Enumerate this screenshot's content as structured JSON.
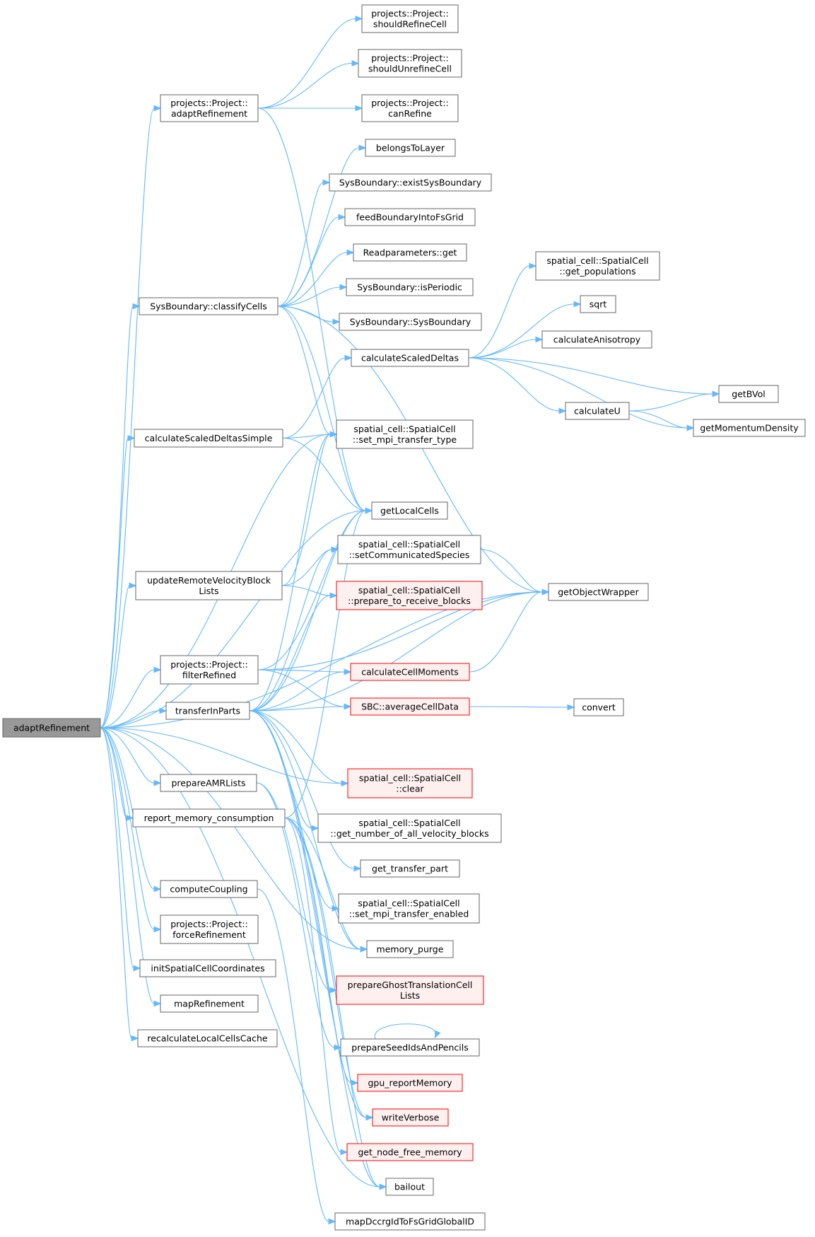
{
  "colors": {
    "edge": "#63b8ff",
    "normal_fill": "#ffffff",
    "normal_stroke": "#666666",
    "root_fill": "#999999",
    "root_stroke": "#666666",
    "red_fill": "#fff0f0",
    "red_stroke": "#ff0000"
  },
  "nodes": [
    {
      "id": "adaptRefinement",
      "lines": [
        "adaptRefinement"
      ],
      "style": "root"
    },
    {
      "id": "proj_adaptRefinement",
      "lines": [
        "projects::Project::",
        "adaptRefinement"
      ],
      "style": "normal"
    },
    {
      "id": "classifyCells",
      "lines": [
        "SysBoundary::classifyCells"
      ],
      "style": "normal"
    },
    {
      "id": "calculateScaledDeltasSimple",
      "lines": [
        "calculateScaledDeltasSimple"
      ],
      "style": "normal"
    },
    {
      "id": "updateRemoteVelocityBlockLists",
      "lines": [
        "updateRemoteVelocityBlock",
        "Lists"
      ],
      "style": "normal"
    },
    {
      "id": "filterRefined",
      "lines": [
        "projects::Project::",
        "filterRefined"
      ],
      "style": "normal"
    },
    {
      "id": "transferInParts",
      "lines": [
        "transferInParts"
      ],
      "style": "normal"
    },
    {
      "id": "prepareAMRLists",
      "lines": [
        "prepareAMRLists"
      ],
      "style": "normal"
    },
    {
      "id": "report_memory_consumption",
      "lines": [
        "report_memory_consumption"
      ],
      "style": "normal"
    },
    {
      "id": "computeCoupling",
      "lines": [
        "computeCoupling"
      ],
      "style": "normal"
    },
    {
      "id": "forceRefinement",
      "lines": [
        "projects::Project::",
        "forceRefinement"
      ],
      "style": "normal"
    },
    {
      "id": "initSpatialCellCoordinates",
      "lines": [
        "initSpatialCellCoordinates"
      ],
      "style": "normal"
    },
    {
      "id": "mapRefinement",
      "lines": [
        "mapRefinement"
      ],
      "style": "normal"
    },
    {
      "id": "recalculateLocalCellsCache",
      "lines": [
        "recalculateLocalCellsCache"
      ],
      "style": "normal"
    },
    {
      "id": "shouldRefineCell",
      "lines": [
        "projects::Project::",
        "shouldRefineCell"
      ],
      "style": "normal"
    },
    {
      "id": "shouldUnrefineCell",
      "lines": [
        "projects::Project::",
        "shouldUnrefineCell"
      ],
      "style": "normal"
    },
    {
      "id": "canRefine",
      "lines": [
        "projects::Project::",
        "canRefine"
      ],
      "style": "normal"
    },
    {
      "id": "belongsToLayer",
      "lines": [
        "belongsToLayer"
      ],
      "style": "normal"
    },
    {
      "id": "existSysBoundary",
      "lines": [
        "SysBoundary::existSysBoundary"
      ],
      "style": "normal"
    },
    {
      "id": "feedBoundaryIntoFsGrid",
      "lines": [
        "feedBoundaryIntoFsGrid"
      ],
      "style": "normal"
    },
    {
      "id": "Readparameters_get",
      "lines": [
        "Readparameters::get"
      ],
      "style": "normal"
    },
    {
      "id": "isPeriodic",
      "lines": [
        "SysBoundary::isPeriodic"
      ],
      "style": "normal"
    },
    {
      "id": "SysBoundary_ctor",
      "lines": [
        "SysBoundary::SysBoundary"
      ],
      "style": "normal"
    },
    {
      "id": "calculateScaledDeltas",
      "lines": [
        "calculateScaledDeltas"
      ],
      "style": "normal"
    },
    {
      "id": "set_mpi_transfer_type",
      "lines": [
        "spatial_cell::SpatialCell",
        "::set_mpi_transfer_type"
      ],
      "style": "normal"
    },
    {
      "id": "getLocalCells",
      "lines": [
        "getLocalCells"
      ],
      "style": "normal"
    },
    {
      "id": "setCommunicatedSpecies",
      "lines": [
        "spatial_cell::SpatialCell",
        "::setCommunicatedSpecies"
      ],
      "style": "normal"
    },
    {
      "id": "prepare_to_receive_blocks",
      "lines": [
        "spatial_cell::SpatialCell",
        "::prepare_to_receive_blocks"
      ],
      "style": "red"
    },
    {
      "id": "calculateCellMoments",
      "lines": [
        "calculateCellMoments"
      ],
      "style": "red"
    },
    {
      "id": "averageCellData",
      "lines": [
        "SBC::averageCellData"
      ],
      "style": "red"
    },
    {
      "id": "clear",
      "lines": [
        "spatial_cell::SpatialCell",
        "::clear"
      ],
      "style": "red"
    },
    {
      "id": "get_number_of_all_velocity_blocks",
      "lines": [
        "spatial_cell::SpatialCell",
        "::get_number_of_all_velocity_blocks"
      ],
      "style": "normal"
    },
    {
      "id": "get_transfer_part",
      "lines": [
        "get_transfer_part"
      ],
      "style": "normal"
    },
    {
      "id": "set_mpi_transfer_enabled",
      "lines": [
        "spatial_cell::SpatialCell",
        "::set_mpi_transfer_enabled"
      ],
      "style": "normal"
    },
    {
      "id": "memory_purge",
      "lines": [
        "memory_purge"
      ],
      "style": "normal"
    },
    {
      "id": "prepareGhostTranslationCellLists",
      "lines": [
        "prepareGhostTranslationCell",
        "Lists"
      ],
      "style": "red"
    },
    {
      "id": "prepareSeedIdsAndPencils",
      "lines": [
        "prepareSeedIdsAndPencils"
      ],
      "style": "normal"
    },
    {
      "id": "gpu_reportMemory",
      "lines": [
        "gpu_reportMemory"
      ],
      "style": "red"
    },
    {
      "id": "writeVerbose",
      "lines": [
        "writeVerbose"
      ],
      "style": "red"
    },
    {
      "id": "get_node_free_memory",
      "lines": [
        "get_node_free_memory"
      ],
      "style": "red"
    },
    {
      "id": "bailout",
      "lines": [
        "bailout"
      ],
      "style": "normal"
    },
    {
      "id": "mapDccrgIdToFsGridGlobalID",
      "lines": [
        "mapDccrgIdToFsGridGlobalID"
      ],
      "style": "normal"
    },
    {
      "id": "get_populations",
      "lines": [
        "spatial_cell::SpatialCell",
        "::get_populations"
      ],
      "style": "normal"
    },
    {
      "id": "sqrt",
      "lines": [
        "sqrt"
      ],
      "style": "normal"
    },
    {
      "id": "calculateAnisotropy",
      "lines": [
        "calculateAnisotropy"
      ],
      "style": "normal"
    },
    {
      "id": "getBVol",
      "lines": [
        "getBVol"
      ],
      "style": "normal"
    },
    {
      "id": "calculateU",
      "lines": [
        "calculateU"
      ],
      "style": "normal"
    },
    {
      "id": "getMomentumDensity",
      "lines": [
        "getMomentumDensity"
      ],
      "style": "normal"
    },
    {
      "id": "getObjectWrapper",
      "lines": [
        "getObjectWrapper"
      ],
      "style": "normal"
    },
    {
      "id": "convert",
      "lines": [
        "convert"
      ],
      "style": "normal"
    }
  ],
  "edges": [
    [
      "adaptRefinement",
      "proj_adaptRefinement"
    ],
    [
      "adaptRefinement",
      "classifyCells"
    ],
    [
      "adaptRefinement",
      "calculateScaledDeltasSimple"
    ],
    [
      "adaptRefinement",
      "set_mpi_transfer_type"
    ],
    [
      "adaptRefinement",
      "getObjectWrapper"
    ],
    [
      "adaptRefinement",
      "getLocalCells"
    ],
    [
      "adaptRefinement",
      "updateRemoteVelocityBlockLists"
    ],
    [
      "adaptRefinement",
      "filterRefined"
    ],
    [
      "adaptRefinement",
      "transferInParts"
    ],
    [
      "adaptRefinement",
      "prepareAMRLists"
    ],
    [
      "adaptRefinement",
      "report_memory_consumption"
    ],
    [
      "adaptRefinement",
      "computeCoupling"
    ],
    [
      "adaptRefinement",
      "forceRefinement"
    ],
    [
      "adaptRefinement",
      "initSpatialCellCoordinates"
    ],
    [
      "adaptRefinement",
      "mapRefinement"
    ],
    [
      "adaptRefinement",
      "recalculateLocalCellsCache"
    ],
    [
      "adaptRefinement",
      "bailout"
    ],
    [
      "adaptRefinement",
      "memory_purge"
    ],
    [
      "adaptRefinement",
      "clear"
    ],
    [
      "proj_adaptRefinement",
      "shouldRefineCell"
    ],
    [
      "proj_adaptRefinement",
      "shouldUnrefineCell"
    ],
    [
      "proj_adaptRefinement",
      "canRefine"
    ],
    [
      "proj_adaptRefinement",
      "getLocalCells"
    ],
    [
      "classifyCells",
      "belongsToLayer"
    ],
    [
      "classifyCells",
      "existSysBoundary"
    ],
    [
      "classifyCells",
      "feedBoundaryIntoFsGrid"
    ],
    [
      "classifyCells",
      "Readparameters_get"
    ],
    [
      "classifyCells",
      "isPeriodic"
    ],
    [
      "classifyCells",
      "SysBoundary_ctor"
    ],
    [
      "classifyCells",
      "set_mpi_transfer_type"
    ],
    [
      "classifyCells",
      "getLocalCells"
    ],
    [
      "classifyCells",
      "getObjectWrapper"
    ],
    [
      "calculateScaledDeltasSimple",
      "calculateScaledDeltas"
    ],
    [
      "calculateScaledDeltasSimple",
      "set_mpi_transfer_type"
    ],
    [
      "calculateScaledDeltasSimple",
      "getLocalCells"
    ],
    [
      "calculateScaledDeltas",
      "get_populations"
    ],
    [
      "calculateScaledDeltas",
      "sqrt"
    ],
    [
      "calculateScaledDeltas",
      "calculateAnisotropy"
    ],
    [
      "calculateScaledDeltas",
      "getBVol"
    ],
    [
      "calculateScaledDeltas",
      "calculateU"
    ],
    [
      "calculateScaledDeltas",
      "getMomentumDensity"
    ],
    [
      "calculateU",
      "getBVol"
    ],
    [
      "calculateU",
      "getMomentumDensity"
    ],
    [
      "updateRemoteVelocityBlockLists",
      "set_mpi_transfer_type"
    ],
    [
      "updateRemoteVelocityBlockLists",
      "setCommunicatedSpecies"
    ],
    [
      "updateRemoteVelocityBlockLists",
      "prepare_to_receive_blocks"
    ],
    [
      "filterRefined",
      "getLocalCells"
    ],
    [
      "filterRefined",
      "getObjectWrapper"
    ],
    [
      "filterRefined",
      "calculateCellMoments"
    ],
    [
      "filterRefined",
      "averageCellData"
    ],
    [
      "transferInParts",
      "set_mpi_transfer_type"
    ],
    [
      "transferInParts",
      "getLocalCells"
    ],
    [
      "transferInParts",
      "setCommunicatedSpecies"
    ],
    [
      "transferInParts",
      "prepare_to_receive_blocks"
    ],
    [
      "transferInParts",
      "calculateCellMoments"
    ],
    [
      "transferInParts",
      "averageCellData"
    ],
    [
      "transferInParts",
      "getObjectWrapper"
    ],
    [
      "transferInParts",
      "clear"
    ],
    [
      "transferInParts",
      "get_number_of_all_velocity_blocks"
    ],
    [
      "transferInParts",
      "get_transfer_part"
    ],
    [
      "transferInParts",
      "set_mpi_transfer_enabled"
    ],
    [
      "transferInParts",
      "memory_purge"
    ],
    [
      "transferInParts",
      "bailout"
    ],
    [
      "transferInParts",
      "writeVerbose"
    ],
    [
      "setCommunicatedSpecies",
      "getObjectWrapper"
    ],
    [
      "calculateCellMoments",
      "getObjectWrapper"
    ],
    [
      "averageCellData",
      "convert"
    ],
    [
      "prepareAMRLists",
      "prepareGhostTranslationCellLists"
    ],
    [
      "prepareAMRLists",
      "prepareSeedIdsAndPencils"
    ],
    [
      "prepareSeedIdsAndPencils",
      "prepareSeedIdsAndPencils"
    ],
    [
      "report_memory_consumption",
      "getLocalCells"
    ],
    [
      "report_memory_consumption",
      "gpu_reportMemory"
    ],
    [
      "report_memory_consumption",
      "writeVerbose"
    ],
    [
      "report_memory_consumption",
      "get_node_free_memory"
    ],
    [
      "report_memory_consumption",
      "bailout"
    ],
    [
      "report_memory_consumption",
      "memory_purge"
    ],
    [
      "computeCoupling",
      "mapDccrgIdToFsGridGlobalID"
    ]
  ]
}
